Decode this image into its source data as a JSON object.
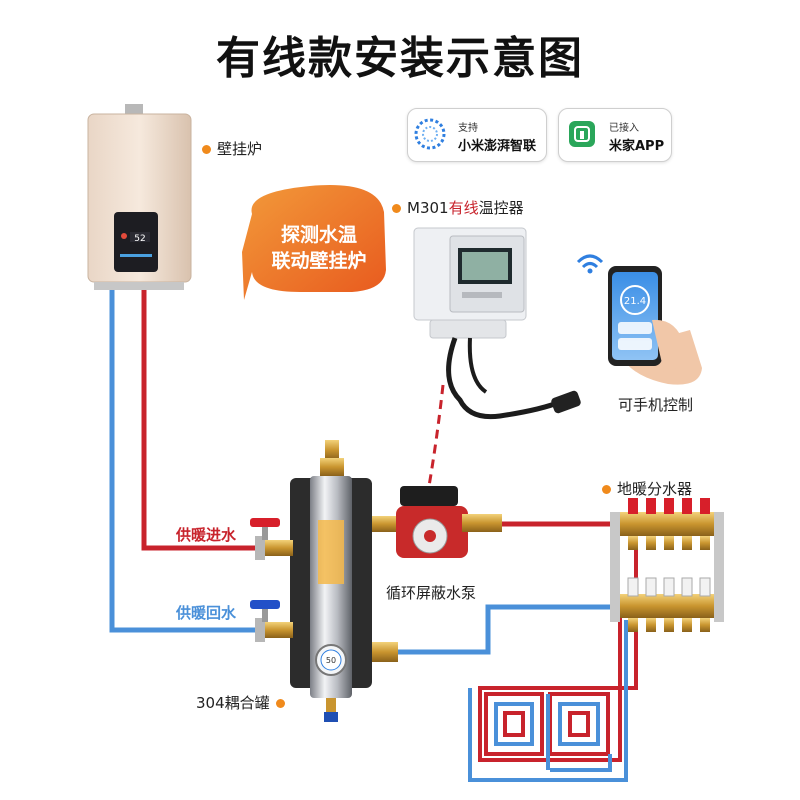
{
  "title": "有线款安装示意图",
  "labels": {
    "boiler": "壁挂炉",
    "thermostat_prefix": "M301",
    "thermostat_highlight": "有线",
    "thermostat_suffix": "温控器",
    "phone_control": "可手机控制",
    "manifold": "地暖分水器",
    "pump": "循环屏蔽水泵",
    "tank": "304耦合罐",
    "supply": "供暖进水",
    "return": "供暖回水"
  },
  "bubble": {
    "line1": "探测水温",
    "line2": "联动壁挂炉"
  },
  "badges": {
    "hyperos": {
      "small": "支持",
      "big": "小米澎湃智联"
    },
    "mijia": {
      "small": "已接入",
      "big": "米家APP"
    }
  },
  "device_text": {
    "phone_temp": "21.4",
    "gauge_value": "50",
    "boiler_display": "52"
  },
  "colors": {
    "hot_pipe": "#c8232c",
    "cold_pipe": "#4a90d9",
    "accent_orange": "#f08a1c",
    "mijia_green": "#2aa65a",
    "hyperos_blue": "#2f7fe0",
    "title": "#111111"
  },
  "icons": [
    "hyperos-logo-icon",
    "mijia-logo-icon",
    "wifi-icon",
    "label-dot-icon"
  ]
}
